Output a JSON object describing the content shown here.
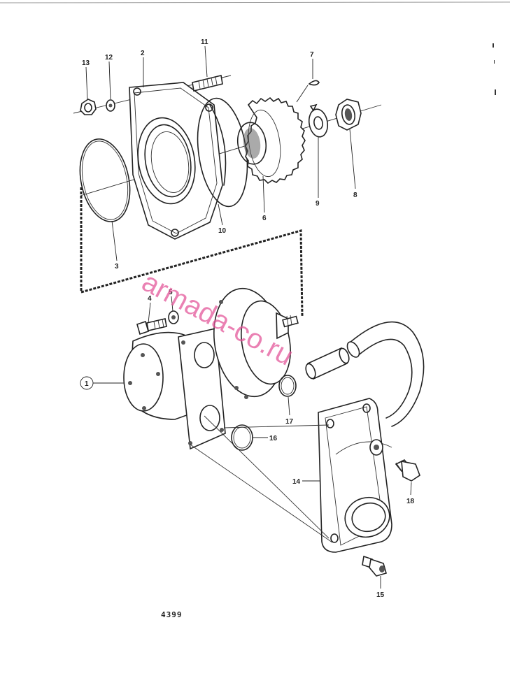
{
  "labels": {
    "p1": "1",
    "p2": "2",
    "p3": "3",
    "p4": "4",
    "p5": "5",
    "p6": "6",
    "p7": "7",
    "p8": "8",
    "p9": "9",
    "p10": "10",
    "p11": "11",
    "p12": "12",
    "p13": "13",
    "p14": "14",
    "p15": "15",
    "p16": "16",
    "p17": "17",
    "p18": "18"
  },
  "drawing_code": "4399",
  "watermark": "armada-co.ru"
}
